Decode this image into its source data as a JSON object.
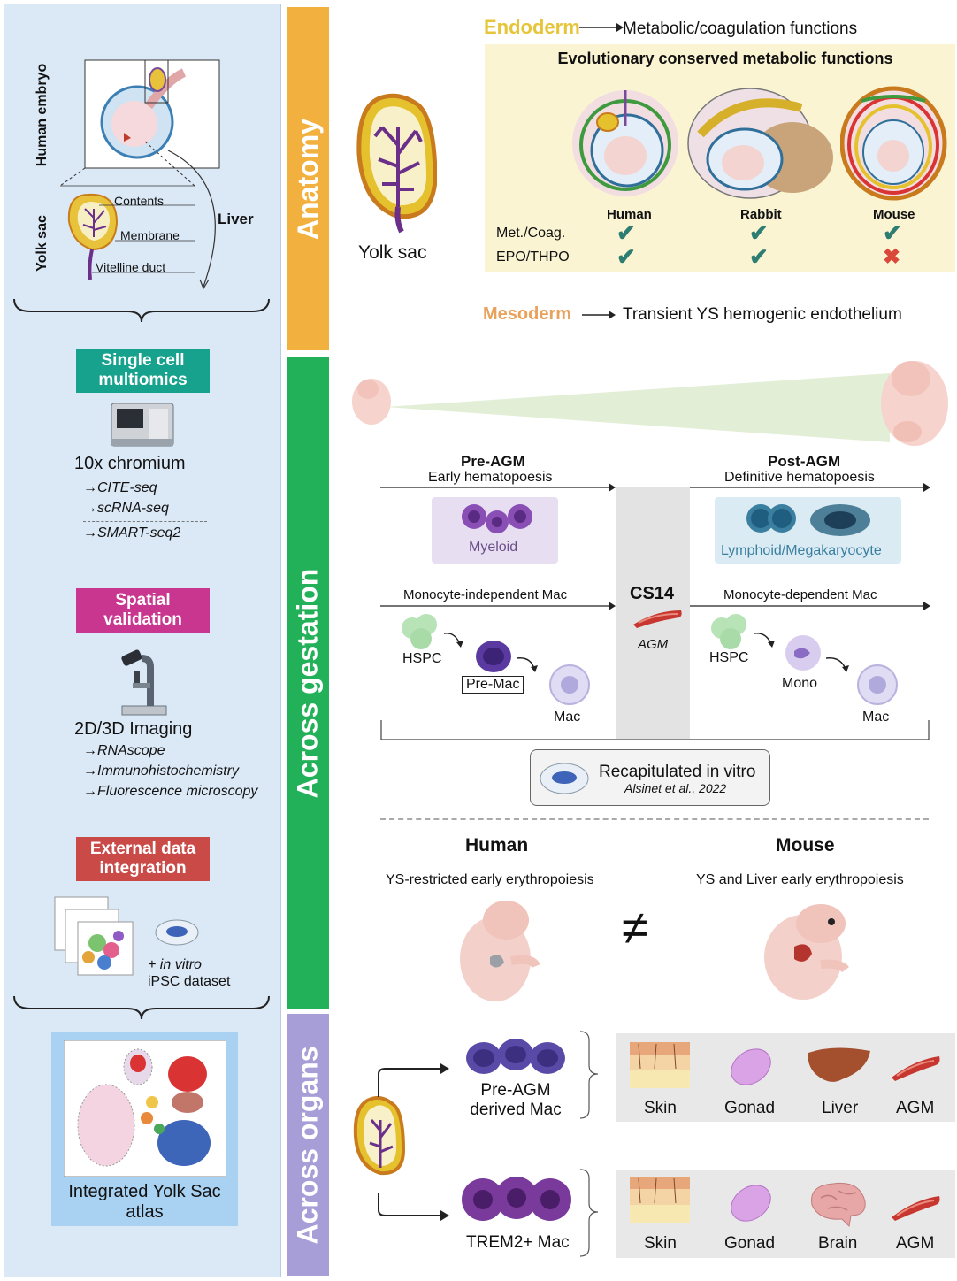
{
  "left": {
    "embryo_label": "Human embryo",
    "yolk_sac_label": "Yolk sac",
    "liver_label": "Liver",
    "contents_label": "Contents",
    "membrane_label": "Membrane",
    "vitelline_label": "Vitelline duct",
    "multiomics_tag": "Single cell multiomics",
    "chromium_label": "10x chromium",
    "methods_1": [
      "→CITE-seq",
      "→scRNA-seq",
      "→SMART-seq2"
    ],
    "spatial_tag": "Spatial validation",
    "imaging_label": "2D/3D Imaging",
    "methods_2": [
      "→RNAscope",
      "→Immunohistochemistry",
      "→Fluorescence microscopy"
    ],
    "external_tag": "External data integration",
    "invitro_line1": "+ in vitro",
    "invitro_line2": "iPSC dataset",
    "atlas_title": "Integrated Yolk Sac atlas"
  },
  "bands": {
    "anatomy": "Anatomy",
    "gestation": "Across gestation",
    "organs": "Across organs"
  },
  "anatomy": {
    "endoderm_label": "Endoderm",
    "endoderm_desc": "Metabolic/coagulation functions",
    "box_title": "Evolutionary conserved metabolic functions",
    "species": [
      "Human",
      "Rabbit",
      "Mouse"
    ],
    "rows": [
      {
        "label": "Met./Coag.",
        "values": [
          "check",
          "check",
          "check"
        ]
      },
      {
        "label": "EPO/THPO",
        "values": [
          "check",
          "check",
          "cross"
        ]
      }
    ],
    "yolk_sac_caption": "Yolk sac",
    "mesoderm_label": "Mesoderm",
    "mesoderm_desc": "Transient YS hemogenic endothelium",
    "colors": {
      "endoderm": "#e7c53a",
      "mesoderm": "#e8a25c",
      "check": "#2e7d72",
      "cross": "#d9483b"
    }
  },
  "gestation": {
    "pre_agm_title": "Pre-AGM",
    "pre_agm_sub": "Early hematopoesis",
    "post_agm_title": "Post-AGM",
    "post_agm_sub": "Definitive hematopoesis",
    "myeloid_label": "Myeloid",
    "lymphoid_label": "Lymphoid/Megakaryocyte",
    "mono_indep": "Monocyte-independent Mac",
    "mono_dep": "Monocyte-dependent Mac",
    "cs14": "CS14",
    "agm": "AGM",
    "hspc_left": "HSPC",
    "premac": "Pre-Mac",
    "mac_left": "Mac",
    "hspc_right": "HSPC",
    "mono": "Mono",
    "mac_right": "Mac",
    "recap_title": "Recapitulated in vitro",
    "recap_ref": "Alsinet et al., 2022",
    "human_title": "Human",
    "mouse_title": "Mouse",
    "human_desc": "YS-restricted early erythropoiesis",
    "mouse_desc": "YS and Liver early erythropoiesis"
  },
  "organs": {
    "preagm_mac_line1": "Pre-AGM",
    "preagm_mac_line2": "derived Mac",
    "trem2_mac": "TREM2+ Mac",
    "row1": [
      "Skin",
      "Gonad",
      "Liver",
      "AGM"
    ],
    "row2": [
      "Skin",
      "Gonad",
      "Brain",
      "AGM"
    ]
  }
}
